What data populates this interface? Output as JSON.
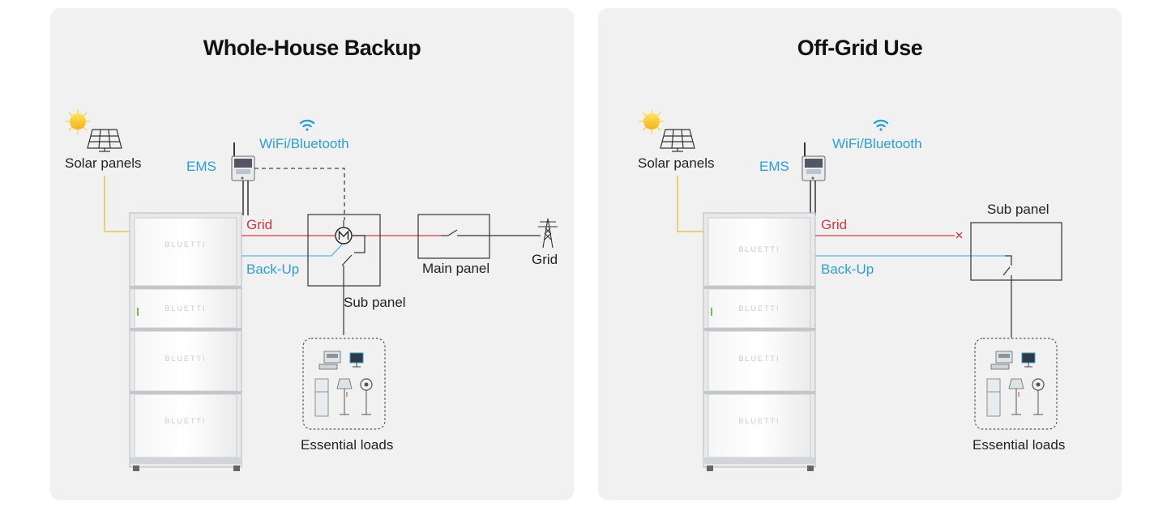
{
  "panels": [
    {
      "title": "Whole-House Backup",
      "labels": {
        "solar": "Solar panels",
        "wifi": "WiFi/Bluetooth",
        "ems": "EMS",
        "grid_line": "Grid",
        "backup_line": "Back-Up",
        "sub_panel": "Sub panel",
        "main_panel": "Main panel",
        "grid": "Grid",
        "loads": "Essential loads",
        "brand": "BLUETTI"
      }
    },
    {
      "title": "Off-Grid Use",
      "labels": {
        "solar": "Solar panels",
        "wifi": "WiFi/Bluetooth",
        "ems": "EMS",
        "grid_line": "Grid",
        "backup_line": "Back-Up",
        "sub_panel": "Sub panel",
        "loads": "Essential loads",
        "brand": "BLUETTI"
      }
    }
  ],
  "colors": {
    "grid_line": "#d9363e",
    "backup_line": "#5ab8e6",
    "solar_line": "#e8c54a",
    "accent_text": "#2a9fd6",
    "card_bg": "#f1f1f1"
  },
  "icons": {
    "sun": "sun-icon",
    "solar": "solar-panel-icon",
    "wifi": "wifi-icon",
    "ems": "ems-controller-icon",
    "tower": "transmission-tower-icon",
    "motor": "motor-switch-icon"
  }
}
